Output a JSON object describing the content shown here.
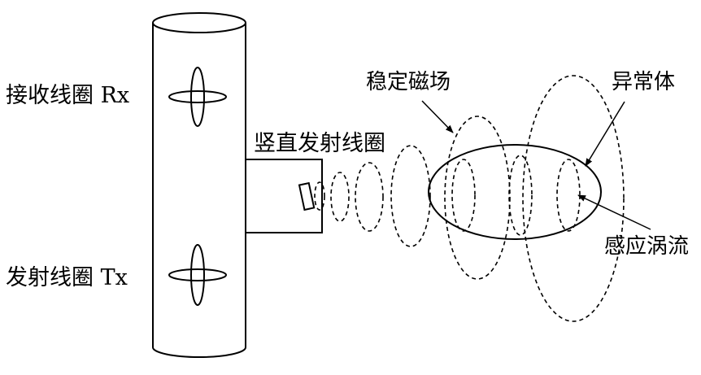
{
  "labels": {
    "receiver_coil": "接收线圈  Rx",
    "transmit_coil": "发射线圈  Tx",
    "vertical_transmit_coil": "竖直发射线圈",
    "stable_magnetic_field": "稳定磁场",
    "anomaly": "异常体",
    "induced_eddy_current": "感应涡流"
  },
  "colors": {
    "stroke": "#000000",
    "background": "#ffffff"
  }
}
